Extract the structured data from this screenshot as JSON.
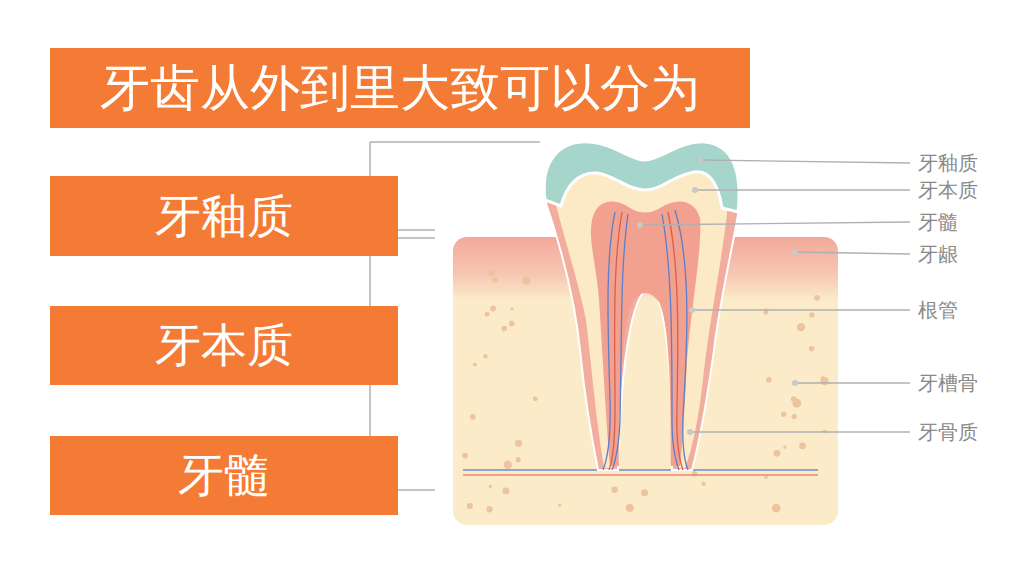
{
  "diagram": {
    "nodes": [
      {
        "text": [
          "牙齿从外到里大致可以分为"
        ]
      },
      {
        "text": [
          "牙釉质"
        ]
      },
      {
        "text": [
          "牙本质"
        ]
      },
      {
        "text": [
          "牙髓"
        ]
      }
    ],
    "labels": [
      "牙釉质",
      "牙本质",
      "牙髓",
      "牙龈",
      "根管",
      "牙槽骨",
      "牙骨质"
    ]
  }
}
